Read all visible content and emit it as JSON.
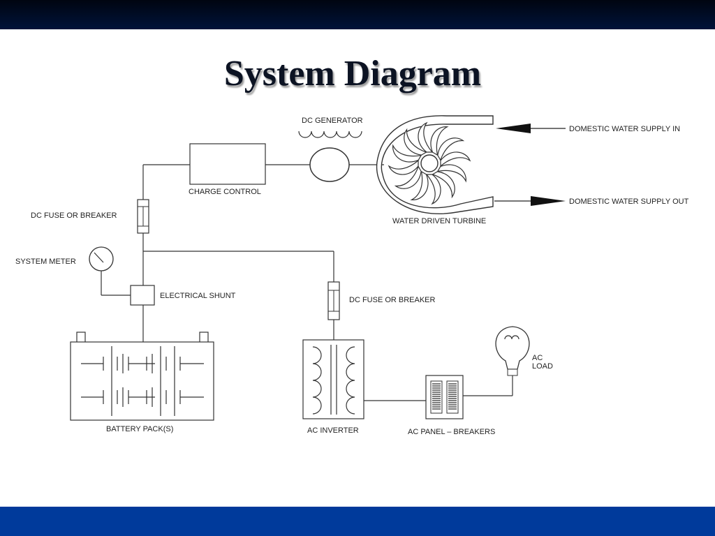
{
  "slide": {
    "title": "System Diagram",
    "colors": {
      "top_band": "#000a22",
      "bottom_band": "#003a9b",
      "line": "#333333"
    }
  },
  "diagram": {
    "labels": {
      "dc_generator": "DC GENERATOR",
      "charge_control": "CHARGE CONTROL",
      "water_in": "DOMESTIC WATER SUPPLY IN",
      "water_out": "DOMESTIC WATER SUPPLY OUT",
      "turbine": "WATER DRIVEN TURBINE",
      "fuse_left": "DC FUSE OR BREAKER",
      "system_meter": "SYSTEM METER",
      "electrical_shunt": "ELECTRICAL SHUNT",
      "fuse_right": "DC FUSE OR BREAKER",
      "battery_pack": "BATTERY PACK(S)",
      "ac_inverter": "AC INVERTER",
      "ac_panel": "AC PANEL – BREAKERS",
      "ac_load_line1": "AC",
      "ac_load_line2": "LOAD"
    },
    "icons": [
      "generator-icon",
      "turbine-icon",
      "fuse-icon",
      "meter-icon",
      "shunt-icon",
      "battery-icon",
      "inverter-icon",
      "breaker-panel-icon",
      "light-bulb-icon"
    ]
  }
}
